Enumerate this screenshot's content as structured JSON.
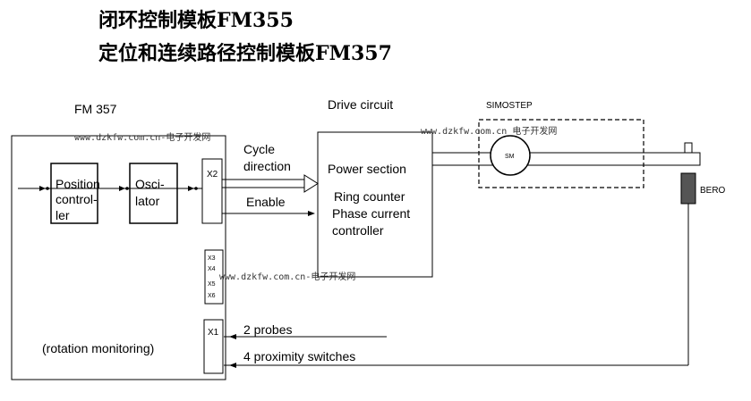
{
  "title_line1": "闭环控制模板FM355",
  "title_line2": "定位和连续路径控制模板FM357",
  "diagram": {
    "fm357_label": "FM 357",
    "position_controller": [
      "Position",
      "control-",
      "ler"
    ],
    "oscillator": [
      "Osci-",
      "lator"
    ],
    "x2": "X2",
    "x3456": [
      "X3",
      "X4",
      "X5",
      "X6"
    ],
    "x1": "X1",
    "rotation_monitoring": "(rotation monitoring)",
    "cycle_direction": [
      "Cycle",
      "direction"
    ],
    "enable": "Enable",
    "drive_circuit": "Drive circuit",
    "power_section": "Power section",
    "ring_counter": [
      "Ring counter",
      "Phase current",
      "controller"
    ],
    "simostep": "SIMOSTEP",
    "motor": "SM",
    "bero": "BERO",
    "probes": "2 probes",
    "proximity_switches": "4 proximity switches"
  },
  "watermarks": [
    "www.dzkfw.com.cn-电子开发网",
    "www.dzkfw.com.cn 电子开发网",
    "www.dzkfw.com.cn-电子开发网"
  ]
}
